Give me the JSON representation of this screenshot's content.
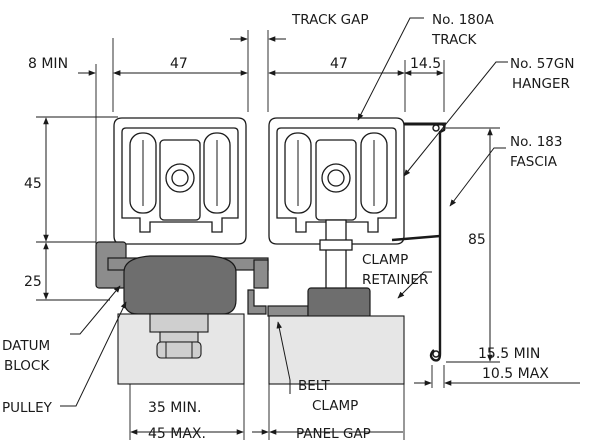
{
  "labels": {
    "track_gap": "TRACK GAP",
    "track_no": "No. 180A",
    "track": "TRACK",
    "hanger_no": "No. 57GN",
    "hanger": "HANGER",
    "fascia_no": "No. 183",
    "fascia": "FASCIA",
    "clamp": "CLAMP",
    "retainer": "RETAINER",
    "datum": "DATUM",
    "block": "BLOCK",
    "pulley": "PULLEY",
    "belt": "BELT",
    "clamp2": "CLAMP",
    "panel_gap": "PANEL GAP"
  },
  "dimensions": {
    "min_gap": "8 MIN",
    "left_track_width": "47",
    "right_track_width": "47",
    "fascia_offset": "14.5",
    "track_height": "45",
    "lower_height": "25",
    "fascia_height": "85",
    "bottom_min": "15.5 MIN",
    "bottom_max": "10.5 MAX",
    "panel_min": "35 MIN.",
    "panel_max": "45 MAX."
  }
}
